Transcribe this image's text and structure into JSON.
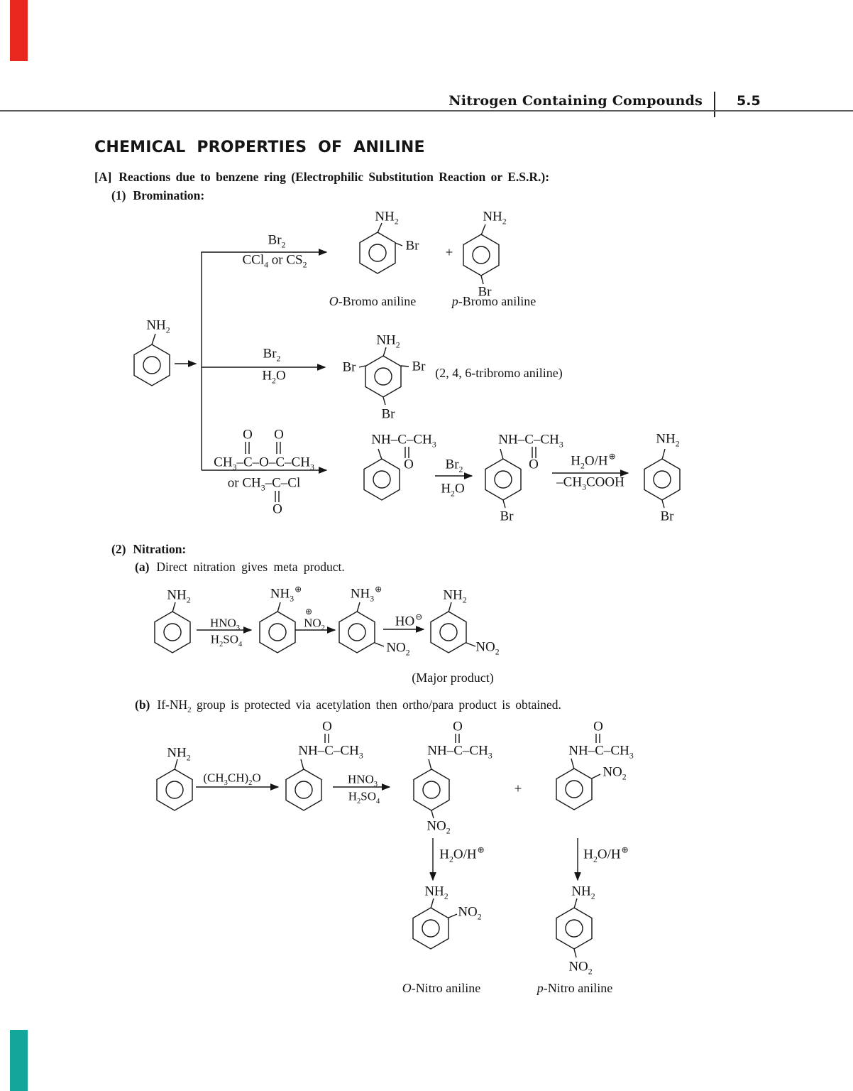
{
  "page": {
    "header": {
      "title": "Nitrogen Containing Compounds",
      "page_number": "5.5"
    },
    "heading": "CHEMICAL PROPERTIES OF ANILINE",
    "section_a": {
      "label": "[A]",
      "text": "Reactions due to benzene ring (Electrophilic Substitution Reaction or E.S.R.):"
    },
    "sub1": {
      "label": "(1)",
      "text": "Bromination:"
    },
    "sub2": {
      "label": "(2)",
      "text": "Nitration:"
    },
    "sub2a": {
      "label": "(a)",
      "text": "Direct nitration gives meta product."
    },
    "sub2b": {
      "label": "(b)",
      "text": "If-NH₂ group is protected via acetylation then ortho/para product is obtained."
    }
  },
  "sym": {
    "nh2": "NH₂",
    "nh3": "NH₃",
    "br": "Br",
    "br2": "Br₂",
    "h2o": "H₂O",
    "ccl4_cs2": "CCl₄ or CS₂",
    "no2": "NO₂",
    "hno3": "HNO₃",
    "h2so4": "H₂SO₄",
    "plus": "+",
    "oplus": "⊕",
    "ominus": "⊖",
    "o": "O",
    "ho": "HO",
    "nh_co_ch3": "NH–C–CH₃",
    "anhydride": "CH₃–C–O–C–CH₃",
    "acid_chloride": "or CH₃–C–Cl",
    "h2o_h": "H₂O/H",
    "minus_ch3cooh": "–CH₃COOH",
    "acetylating_agent": "(CH₃CH)₂O"
  },
  "labels": {
    "o_bromo": {
      "prefix": "O",
      "rest": "-Bromo aniline"
    },
    "p_bromo": {
      "prefix": "p",
      "rest": "-Bromo aniline"
    },
    "tribromo": "(2, 4, 6-tribromo aniline)",
    "major": "(Major product)",
    "o_nitro": {
      "prefix": "O",
      "rest": "-Nitro aniline"
    },
    "p_nitro": {
      "prefix": "p",
      "rest": "-Nitro aniline"
    }
  },
  "colors": {
    "edge_bar_top": "#e8281e",
    "edge_bar_bottom": "#13a79c",
    "rule": "#5a5a5a",
    "ink": "#151515"
  }
}
